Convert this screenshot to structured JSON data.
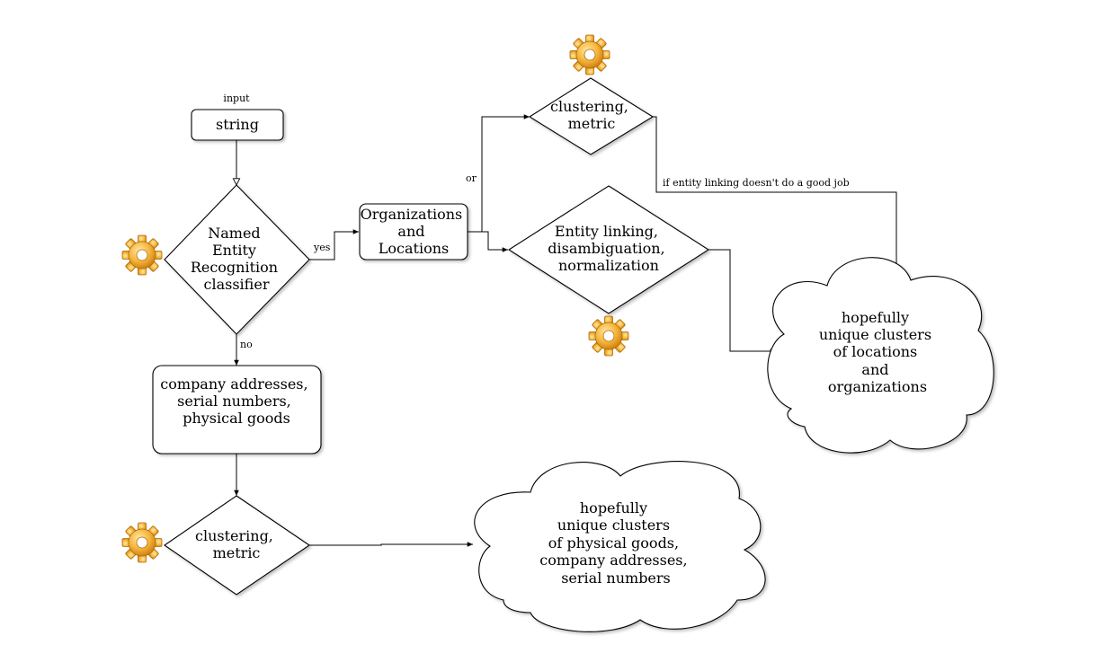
{
  "nodes": {
    "input_label": "input",
    "string": "string",
    "ner": [
      "Named",
      "Entity",
      "Recognition",
      "classifier"
    ],
    "org_loc": [
      "Organizations",
      "and",
      "Locations"
    ],
    "clustering_top": [
      "clustering,",
      "metric"
    ],
    "entity_linking": [
      "Entity linking,",
      "disambiguation,",
      "normalization"
    ],
    "company": [
      "company addresses,",
      "serial numbers,",
      "physical goods"
    ],
    "clustering_bottom": [
      "clustering,",
      "metric"
    ],
    "cloud_right": [
      "hopefully",
      "unique clusters",
      "of locations",
      "and",
      "organizations"
    ],
    "cloud_bottom": [
      "hopefully",
      "unique clusters",
      "of physical goods,",
      "company addresses,",
      "serial numbers"
    ]
  },
  "edges": {
    "yes": "yes",
    "no": "no",
    "or": "or",
    "fallback": "if entity linking doesn't do a good job"
  },
  "icons": {
    "gear": "gear-icon",
    "gear_color": "#F5A623"
  }
}
